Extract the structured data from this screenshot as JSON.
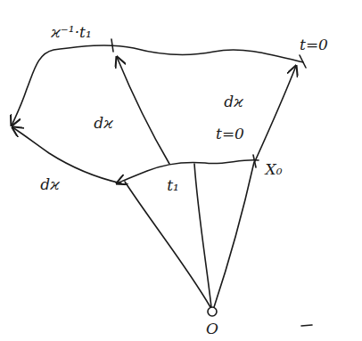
{
  "diagram": {
    "labels": [
      "ϰ⁻¹·t₁",
      "t=0",
      "dϰ",
      "dϰ",
      "t=0",
      "t₁",
      "X₀",
      "dϰ",
      "O"
    ]
  }
}
